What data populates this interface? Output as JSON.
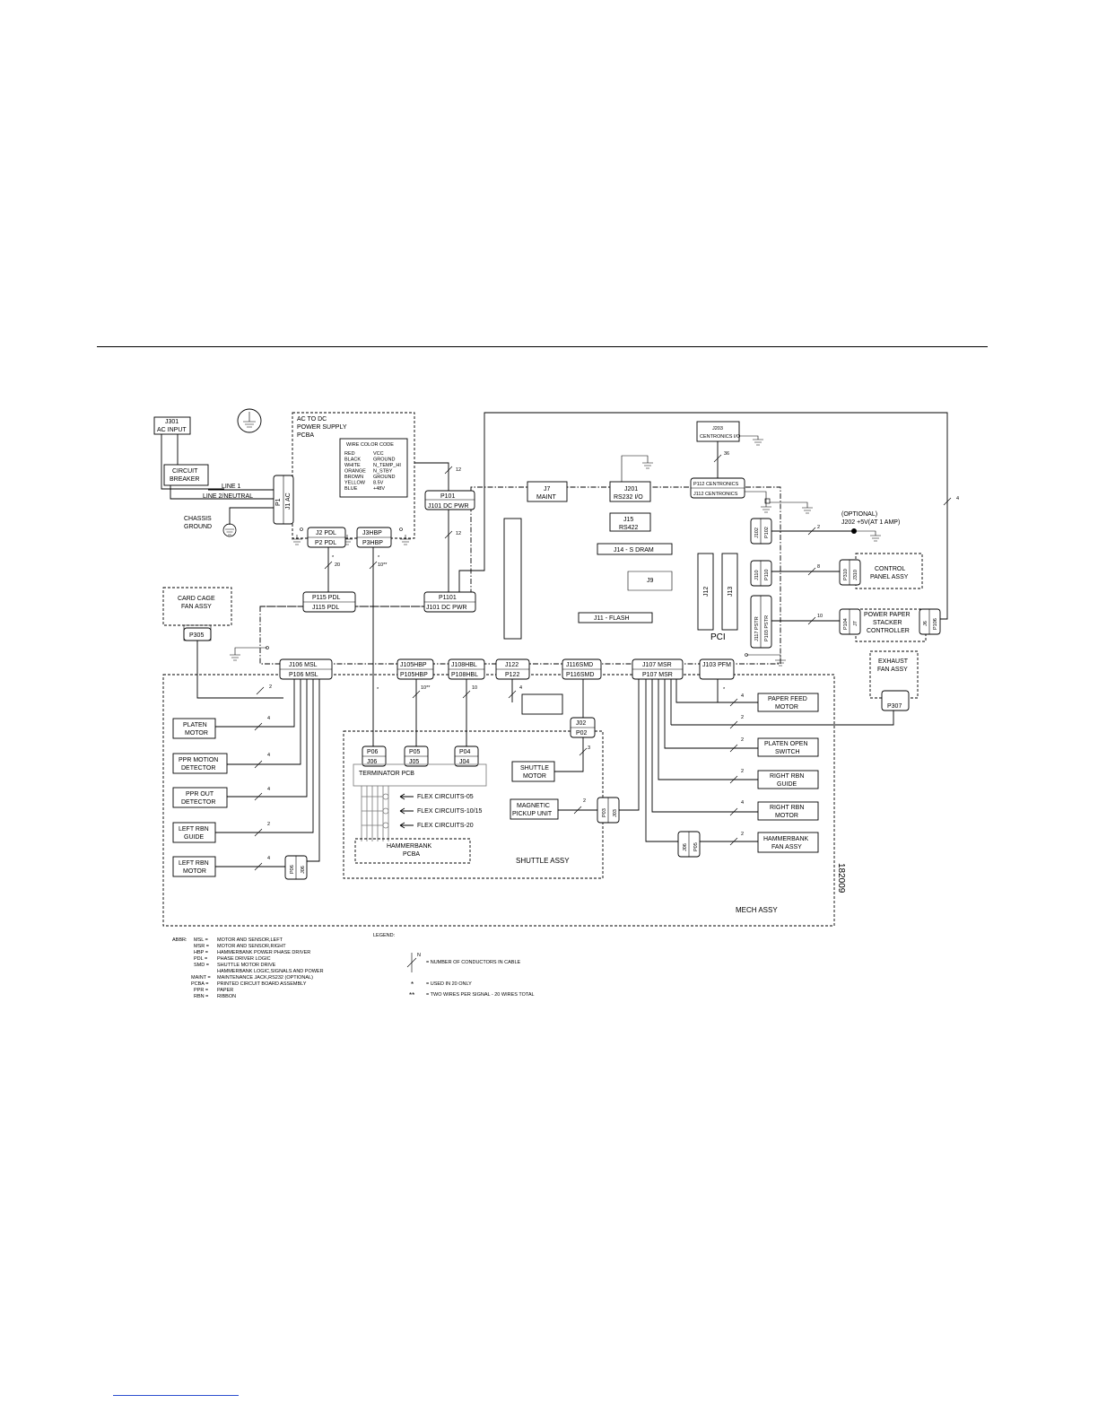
{
  "diagram": {
    "drawing_number": "182009",
    "main_board_label": "PCI",
    "power_supply": {
      "title_1": "AC TO DC",
      "title_2": "POWER SUPPLY",
      "title_3": "PCBA",
      "wire_color_code": {
        "title": "WIRE COLOR CODE",
        "rows": [
          {
            "color": "RED",
            "signal": "VCC"
          },
          {
            "color": "BLACK",
            "signal": "GROUND"
          },
          {
            "color": "WHITE",
            "signal": "N_TEMP_HI"
          },
          {
            "color": "ORANGE",
            "signal": "N_STBY"
          },
          {
            "color": "BROWN",
            "signal": "GROUND"
          },
          {
            "color": "YELLOW",
            "signal": "8.5V"
          },
          {
            "color": "BLUE",
            "signal": "+48V"
          }
        ]
      }
    },
    "ac_input": {
      "j301": "J301",
      "ac_input": "AC INPUT",
      "circuit_breaker_1": "CIRCUIT",
      "circuit_breaker_2": "BREAKER",
      "line1": "LINE 1",
      "line2": "LINE 2/NEUTRAL",
      "chassis_ground_1": "CHASSIS",
      "chassis_ground_2": "GROUND",
      "p1": "P1",
      "j1ac": "J1 AC"
    },
    "connectors": {
      "j2pdl": "J2 PDL",
      "p2pdl": "P2 PDL",
      "j3hbp": "J3HBP",
      "p3hbp": "P3HBP",
      "p101": "P101",
      "j101": "J101 DC PWR",
      "p115": "P115 PDL",
      "j115": "J115 PDL",
      "p1101": "P1101",
      "j101b": "J101 DC PWR",
      "j7": "J7",
      "maint": "MAINT",
      "j201": "J201",
      "rs232": "RS232 I/O",
      "j203_1": "J203",
      "j203_2": "CENTRONICS I/O",
      "p112": "P112 CENTRONICS",
      "j112": "J112 CENTRONICS",
      "j15": "J15",
      "rs422": "RS422",
      "j14": "J14 - S DRAM",
      "j9": "J9",
      "j11": "J11 - FLASH",
      "j12": "J12",
      "j13": "J13",
      "j102": "J102",
      "p102": "P102",
      "optional_1": "(OPTIONAL)",
      "optional_2": "J202 +5V(AT 1 AMP)",
      "j110": "J110",
      "p110": "P110",
      "p310": "P310",
      "j310": "J310",
      "j117": "J117 PSTR",
      "p103": "P103 PSTR",
      "p104": "P104",
      "j7b": "J7",
      "j6": "J6",
      "p106": "P106",
      "j106msl": "J106 MSL",
      "p106msl": "P106 MSL",
      "j105hbp": "J105HBP",
      "p105hbp": "P105HBP",
      "j108hbl": "J108HBL",
      "p108hbl": "P108HBL",
      "j122": "J122",
      "p122": "P122",
      "j116smd": "J116SMD",
      "p116smd": "P116SMD",
      "j107msr": "J107 MSR",
      "p107msr": "P107 MSR",
      "j103pfm": "J103 PFM",
      "p305": "P305",
      "p307": "P307",
      "j02": "J02",
      "p02": "P02",
      "p06": "P06",
      "j06": "J06",
      "p05": "P05",
      "j05": "J05",
      "p04": "P04",
      "j04": "J04",
      "p03": "P03",
      "j03": "J03",
      "p06b": "P06",
      "j06b": "J06",
      "j06c": "J06",
      "p05b": "P05"
    },
    "assemblies": {
      "control_panel_1": "CONTROL",
      "control_panel_2": "PANEL ASSY",
      "stacker_1": "POWER PAPER",
      "stacker_2": "STACKER",
      "stacker_3": "CONTROLLER",
      "card_cage_1": "CARD CAGE",
      "card_cage_2": "FAN ASSY",
      "exhaust_1": "EXHAUST",
      "exhaust_2": "FAN ASSY",
      "platen_motor_1": "PLATEN",
      "platen_motor_2": "MOTOR",
      "ppr_motion_1": "PPR MOTION",
      "ppr_motion_2": "DETECTOR",
      "ppr_out_1": "PPR OUT",
      "ppr_out_2": "DETECTOR",
      "left_rbn_guide_1": "LEFT RBN",
      "left_rbn_guide_2": "GUIDE",
      "left_rbn_motor_1": "LEFT RBN",
      "left_rbn_motor_2": "MOTOR",
      "terminator": "TERMINATOR PCB",
      "flex_05": "FLEX CIRCUITS-05",
      "flex_10": "FLEX CIRCUITS-10/15",
      "flex_20": "FLEX CIRCUITS-20",
      "hammerbank_1": "HAMMERBANK",
      "hammerbank_2": "PCBA",
      "shuttle_motor_1": "SHUTTLE",
      "shuttle_motor_2": "MOTOR",
      "mpu_1": "MAGNETIC",
      "mpu_2": "PICKUP UNIT",
      "shuttle_assy": "SHUTTLE ASSY",
      "paper_feed_1": "PAPER FEED",
      "paper_feed_2": "MOTOR",
      "platen_open_1": "PLATEN OPEN",
      "platen_open_2": "SWITCH",
      "right_rbn_guide_1": "RIGHT RBN",
      "right_rbn_guide_2": "GUIDE",
      "right_rbn_motor_1": "RIGHT RBN",
      "right_rbn_motor_2": "MOTOR",
      "hb_fan_1": "HAMMERBANK",
      "hb_fan_2": "FAN ASSY",
      "mech_assy": "MECH ASSY"
    },
    "wire_counts": {
      "w12a": "12",
      "w12b": "12",
      "w36": "36",
      "w4top": "4",
      "w2opt": "2",
      "w8": "8",
      "w10pstr": "10",
      "w20": "20",
      "w10hbp": "10**",
      "w2p305": "2",
      "w10a": "10**",
      "w10b": "10",
      "w4j122": "4",
      "w3": "3",
      "w4pfm": "4",
      "w2a": "2",
      "w2b": "2",
      "w2c": "2",
      "w4rrm": "4",
      "w2hbf": "2",
      "w4pm": "4",
      "w4pmd": "4",
      "w4pod": "4",
      "w2lrg": "2",
      "w4lrm": "4",
      "w2mpu": "2"
    },
    "stars": {
      "s1": "*",
      "s2": "*",
      "s3": "*",
      "s4": "*"
    }
  },
  "abbreviations": {
    "label": "ABBR:",
    "rows": [
      {
        "abbr": "MSL =",
        "meaning": "MOTOR AND SENSOR,LEFT"
      },
      {
        "abbr": "MSR =",
        "meaning": "MOTOR AND SENSOR,RIGHT"
      },
      {
        "abbr": "HBP =",
        "meaning": "HAMMERBANK POWER PHASE DRIVER"
      },
      {
        "abbr": "PDL =",
        "meaning": "PHASE DRIVER LOGIC"
      },
      {
        "abbr": "SMD =",
        "meaning": "SHUTTLE MOTOR DRIVE"
      },
      {
        "abbr": "",
        "meaning": "HAMMERBANK LOGIC,SIGNALS AND POWER"
      },
      {
        "abbr": "MAINT =",
        "meaning": "MAINTENANCE JACK,RS232 (OPTIONAL)"
      },
      {
        "abbr": "PCBA =",
        "meaning": "PRINTED CIRCUIT BOARD ASSEMBLY"
      },
      {
        "abbr": "PPR =",
        "meaning": "PAPER"
      },
      {
        "abbr": "RBN =",
        "meaning": "RIBBON"
      }
    ]
  },
  "legend": {
    "label": "LEGEND:",
    "n": "N",
    "conductors": "= NUMBER OF CONDUCTORS IN CABLE",
    "star": "*",
    "star_text": "= USED IN 20 ONLY",
    "dstar": "**",
    "dstar_text": "= TWO WIRES PER SIGNAL - 20 WIRES TOTAL"
  }
}
